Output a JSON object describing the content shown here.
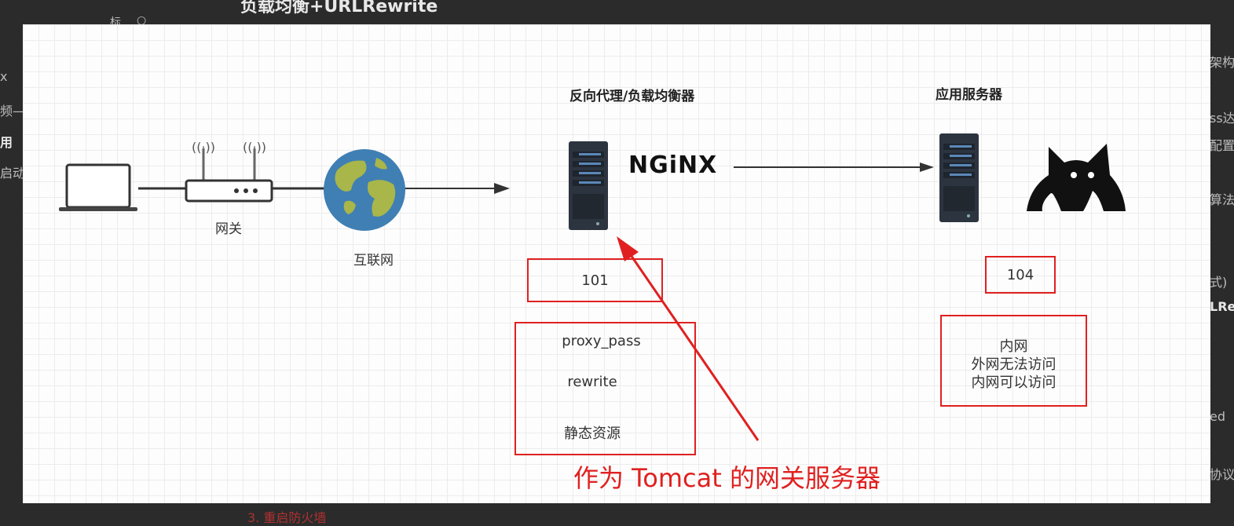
{
  "background": {
    "top_title": "负载均衡+URLRewrite",
    "left_fragments": [
      "x",
      "频—",
      "用",
      "启动"
    ],
    "right_fragments": [
      "架构",
      "ss达",
      "配置",
      "算法",
      "式)",
      "LRe",
      "ed",
      "协议"
    ],
    "bottom_text": "3. 重启防火墙",
    "top_left_fragment": "标"
  },
  "diagram": {
    "gateway_label": "网关",
    "internet_label": "互联网",
    "proxy_title": "反向代理/负载均衡器",
    "app_title": "应用服务器",
    "nginx_logo": "NGiNX",
    "proxy_ip": "101",
    "app_ip": "104",
    "proxy_features": [
      "proxy_pass",
      "rewrite",
      "静态资源"
    ],
    "app_network_notes": [
      "内网",
      "外网无法访问",
      "内网可以访问"
    ],
    "caption": "作为 Tomcat 的网关服务器"
  },
  "colors": {
    "annotation_red": "#e02020",
    "server_dark": "#2c3440",
    "server_accent": "#5b88b8",
    "globe_ocean": "#3f7fb4",
    "globe_land": "#a8b64a"
  }
}
